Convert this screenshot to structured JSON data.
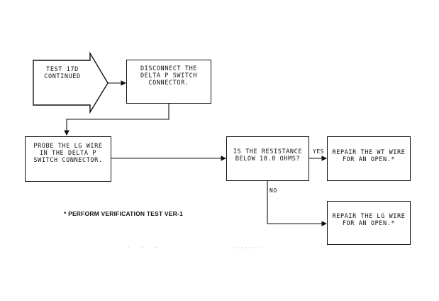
{
  "nodes": {
    "start": {
      "lines": [
        "TEST 17D",
        "CONTINUED"
      ]
    },
    "disconnect": {
      "lines": [
        "DISCONNECT THE",
        "DELTA P SWITCH",
        "CONNECTOR."
      ]
    },
    "probe": {
      "lines": [
        "PROBE THE LG WIRE",
        "IN THE DELTA P",
        "SWITCH CONNECTOR."
      ]
    },
    "decision": {
      "lines": [
        "IS THE RESISTANCE",
        "BELOW 10.0 OHMS?"
      ]
    },
    "repair_wt": {
      "lines": [
        "REPAIR THE WT WIRE",
        "FOR AN OPEN.*"
      ]
    },
    "repair_lg": {
      "lines": [
        "REPAIR THE LG WIRE",
        "FOR AN OPEN.*"
      ]
    }
  },
  "edges": {
    "yes_label": "YES",
    "no_label": "NO"
  },
  "footnote": "* PERFORM VERIFICATION TEST VER-1"
}
